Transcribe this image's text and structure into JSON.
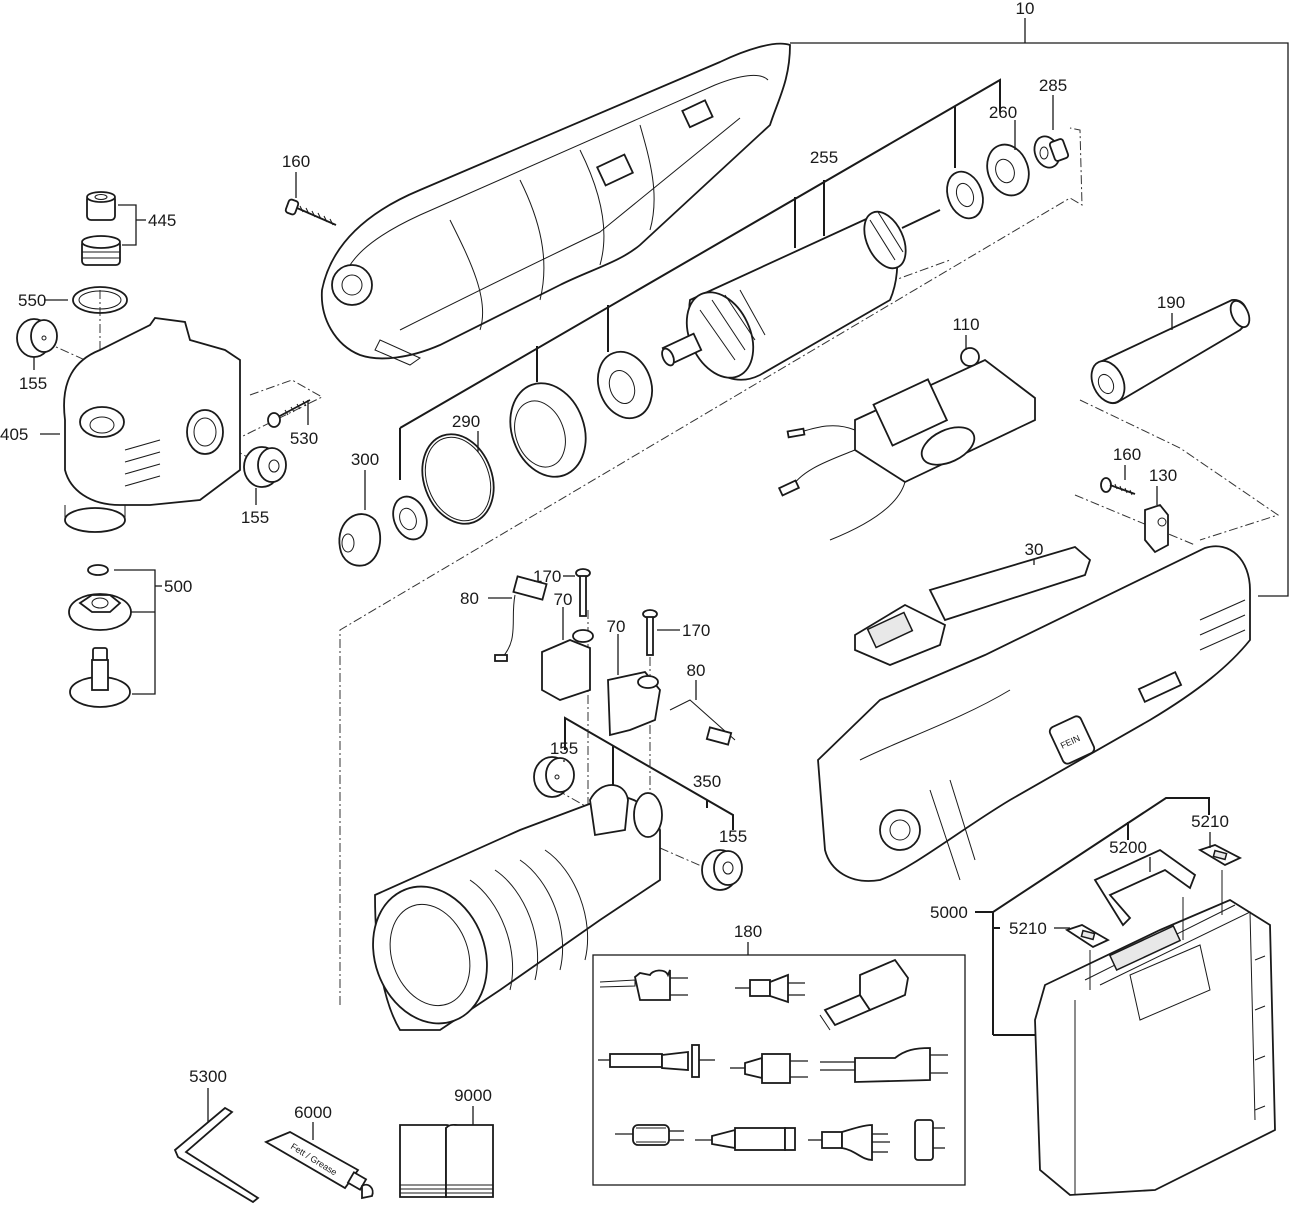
{
  "diagram": {
    "type": "exploded-parts-diagram",
    "parts": {
      "p10": "10",
      "p30": "30",
      "p70a": "70",
      "p70b": "70",
      "p80a": "80",
      "p80b": "80",
      "p110": "110",
      "p130": "130",
      "p155a": "155",
      "p155b": "155",
      "p155c": "155",
      "p155d": "155",
      "p160a": "160",
      "p160b": "160",
      "p170a": "170",
      "p170b": "170",
      "p180": "180",
      "p190": "190",
      "p255": "255",
      "p260": "260",
      "p285": "285",
      "p290": "290",
      "p300": "300",
      "p350": "350",
      "p405": "405",
      "p445": "445",
      "p500": "500",
      "p530": "530",
      "p550": "550",
      "p5000": "5000",
      "p5200": "5200",
      "p5210a": "5210",
      "p5210b": "5210",
      "p5300": "5300",
      "p6000": "6000",
      "p9000": "9000"
    },
    "grease_tube_text": "Fett / Grease",
    "logo_text": "FEIN"
  }
}
